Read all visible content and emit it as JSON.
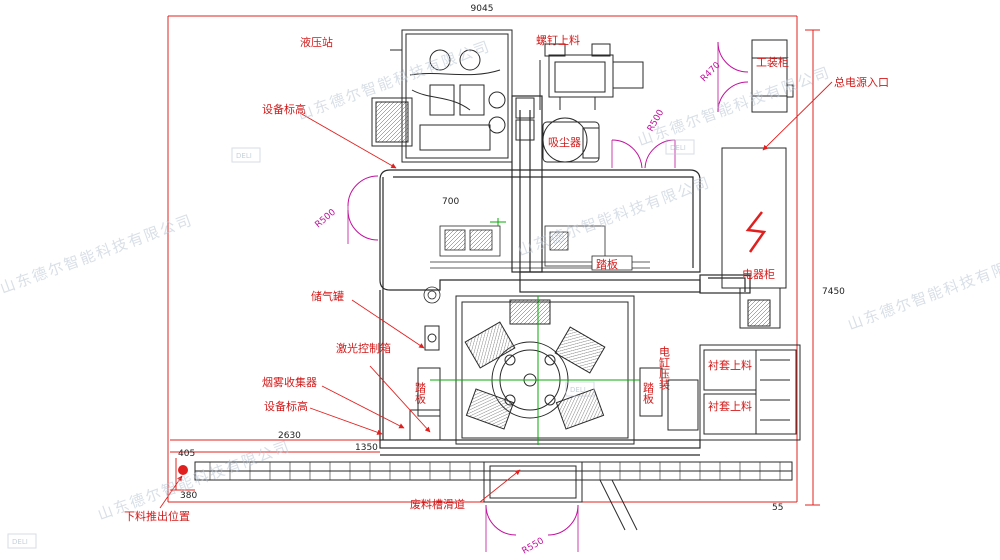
{
  "labels": {
    "hydraulic_station": "液压站",
    "screw_feed": "螺钉上料",
    "tool_cabinet": "工装柜",
    "main_power": "总电源入口",
    "equip_height_top": "设备标高",
    "dust_collector": "吸尘器",
    "pedal_top": "踏板",
    "electrical_cabinet": "电器柜",
    "air_tank": "储气罐",
    "laser_control": "激光控制箱",
    "smoke_collector": "烟雾收集器",
    "equip_height_bottom": "设备标高",
    "pedal_left": "踏板",
    "pedal_right": "踏板",
    "cylinder_press": "电缸压装",
    "bushing_feed_1": "衬套上料",
    "bushing_feed_2": "衬套上料",
    "discharge_pos": "下料推出位置",
    "waste_chute": "废料槽滑道"
  },
  "dimensions": {
    "total_width": "9045",
    "total_height": "7450",
    "d700": "700",
    "d2630": "2630",
    "d1350": "1350",
    "d405": "405",
    "d380": "380",
    "d55": "55"
  },
  "radii": {
    "r470": "R470",
    "r500_top": "R500",
    "r500_left": "R500",
    "r550": "R550"
  },
  "watermark": {
    "company": "山东德尔智能科技有限公司",
    "logo": "DELI"
  },
  "colors": {
    "dimension_line": "#e0201f",
    "label_text": "#d21a1a",
    "drawing": "#2a2a2a",
    "door_swing": "#c0129c",
    "axis": "#0aa80a",
    "watermark": "#b9c6d4"
  }
}
